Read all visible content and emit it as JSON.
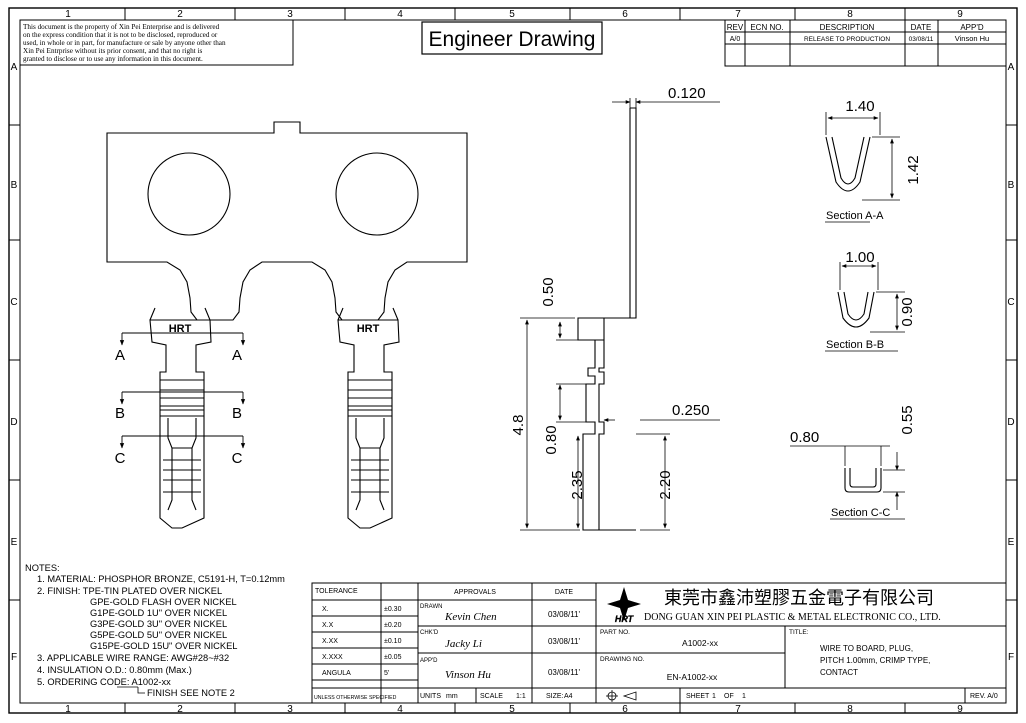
{
  "grid": {
    "columns": [
      "1",
      "2",
      "3",
      "4",
      "5",
      "6",
      "7",
      "8",
      "9"
    ],
    "rows": [
      "A",
      "B",
      "C",
      "D",
      "E",
      "F"
    ]
  },
  "copyright_lines": [
    "This document is the property of Xin Pei Enterprise and is delivered",
    "on the express condition that it is not to be disclosed, reproduced or",
    "used, in whole or in part, for manufacture or sale by anyone other than",
    "Xin Pei Entrprise without its prior consent, and that no right is",
    "granted to disclose or to use any information in this document."
  ],
  "main_title": "Engineer Drawing",
  "revision_table": {
    "headers": [
      "REV",
      "ECN NO.",
      "DESCRIPTION",
      "DATE",
      "APP'D"
    ],
    "rows": [
      [
        "A/0",
        "",
        "RELEASE TO PRODUCTION",
        "03/08/11",
        "Vinson Hu"
      ]
    ]
  },
  "front_view": {
    "part_mark": "HRT",
    "section_letters": [
      "A",
      "A",
      "B",
      "B",
      "C",
      "C"
    ]
  },
  "side_dims": {
    "thickness": "0.120",
    "d050": "0.50",
    "d48": "4.8",
    "d080": "0.80",
    "d235": "2.35",
    "d0250": "0.250",
    "d220": "2.20"
  },
  "sections": {
    "a": {
      "label": "Section A-A",
      "width": "1.40",
      "height": "1.42"
    },
    "b": {
      "label": "Section B-B",
      "width": "1.00",
      "height": "0.90"
    },
    "c": {
      "label": "Section C-C",
      "width": "0.80",
      "height": "0.55"
    }
  },
  "notes": {
    "heading": "NOTES:",
    "lines": [
      "1. MATERIAL: PHOSPHOR BRONZE, C5191-H, T=0.12mm",
      "2. FINISH: TPE-TIN PLATED OVER NICKEL",
      "GPE-GOLD FLASH OVER NICKEL",
      "G1PE-GOLD 1U\" OVER NICKEL",
      "G3PE-GOLD 3U\" OVER NICKEL",
      "G5PE-GOLD 5U\" OVER NICKEL",
      "G15PE-GOLD 15U\" OVER NICKEL",
      "3. APPLICABLE WIRE RANGE: AWG#28~#32",
      "4. INSULATION O.D.: 0.80mm (Max.)",
      "5. ORDERING CODE: A1002-xx"
    ],
    "finish_ref": "FINISH SEE NOTE 2"
  },
  "tolerance": {
    "header": "TOLERANCE",
    "rows": [
      [
        "X.",
        "±0.30"
      ],
      [
        "X.X",
        "±0.20"
      ],
      [
        "X.XX",
        "±0.10"
      ],
      [
        "X.XXX",
        "±0.05"
      ],
      [
        "ANGULA",
        "5'"
      ]
    ],
    "footer": "UNLESS OTHERWISE SPECIFIED"
  },
  "approvals": {
    "header_approvals": "APPROVALS",
    "header_date": "DATE",
    "rows": [
      {
        "role": "DRAWN",
        "name": "Kevin Chen",
        "date": "03/08/11'"
      },
      {
        "role": "CHK'D",
        "name": "Jacky Li",
        "date": "03/08/11'"
      },
      {
        "role": "APP'D",
        "name": "Vinson Hu",
        "date": "03/08/11'"
      }
    ]
  },
  "company": {
    "logo_text": "HRT",
    "name_cn": "東莞市鑫沛塑膠五金電子有限公司",
    "name_en": "DONG GUAN XIN PEI PLASTIC & METAL ELECTRONIC CO., LTD."
  },
  "part": {
    "part_no_label": "PART NO.",
    "part_no": "A1002-xx",
    "drawing_no_label": "DRAWING NO.",
    "drawing_no": "EN-A1002-xx",
    "title_label": "TITLE:",
    "title_lines": [
      "WIRE TO BOARD, PLUG,",
      "PITCH 1.00mm, CRIMP TYPE,",
      "CONTACT"
    ]
  },
  "footer": {
    "units_label": "UNITS",
    "units": "mm",
    "scale_label": "SCALE",
    "scale": "1:1",
    "size_label": "SIZE:",
    "size": "A4",
    "sheet_label": "SHEET",
    "sheet": "1",
    "of_label": "OF",
    "of": "1",
    "rev": "REV. A/0"
  }
}
